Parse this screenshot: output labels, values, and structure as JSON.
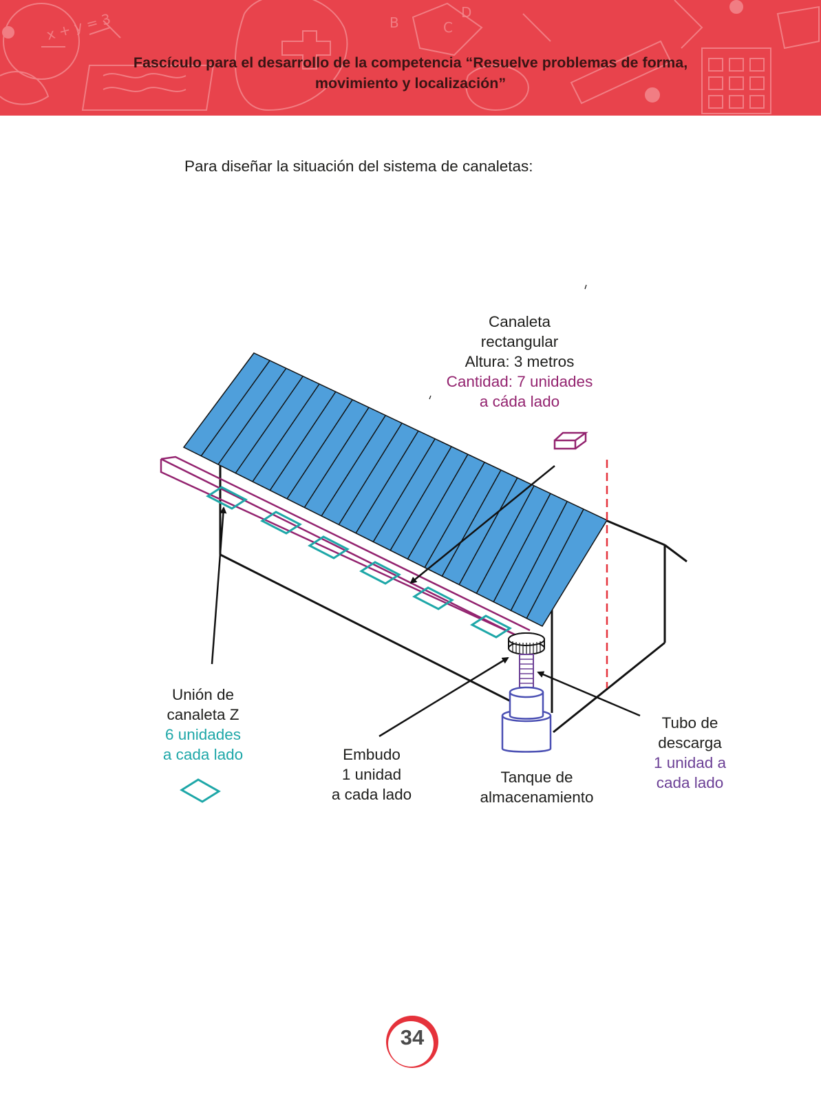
{
  "header": {
    "title_line1": "Fascículo para el desarrollo de la competencia “Resuelve problemas de forma,",
    "title_line2": "movimiento y localización”",
    "background_color": "#e8434c"
  },
  "intro_text": "Para diseñar la situación del sistema de canaletas:",
  "diagram": {
    "canaleta": {
      "line1": "Canaleta",
      "line2": "rectangular",
      "line3": "Altura: 3 metros",
      "line4": "Cantidad: 7 unidades",
      "line5": "a cáda lado",
      "color": "#93236f"
    },
    "union": {
      "line1": "Unión de",
      "line2": "canaleta Z",
      "line3": "6 unidades",
      "line4": "a cada lado",
      "color": "#1ea7a8"
    },
    "embudo": {
      "line1": "Embudo",
      "line2": "1 unidad",
      "line3": "a cada lado"
    },
    "tanque": {
      "line1": "Tanque de",
      "line2": "almacenamiento"
    },
    "tubo": {
      "line1": "Tubo de",
      "line2": "descarga",
      "line3": "1 unidad a",
      "line4": "cada lado",
      "color": "#6b3f95"
    },
    "roof_color": "#4f9fdb"
  },
  "page_number": "34"
}
